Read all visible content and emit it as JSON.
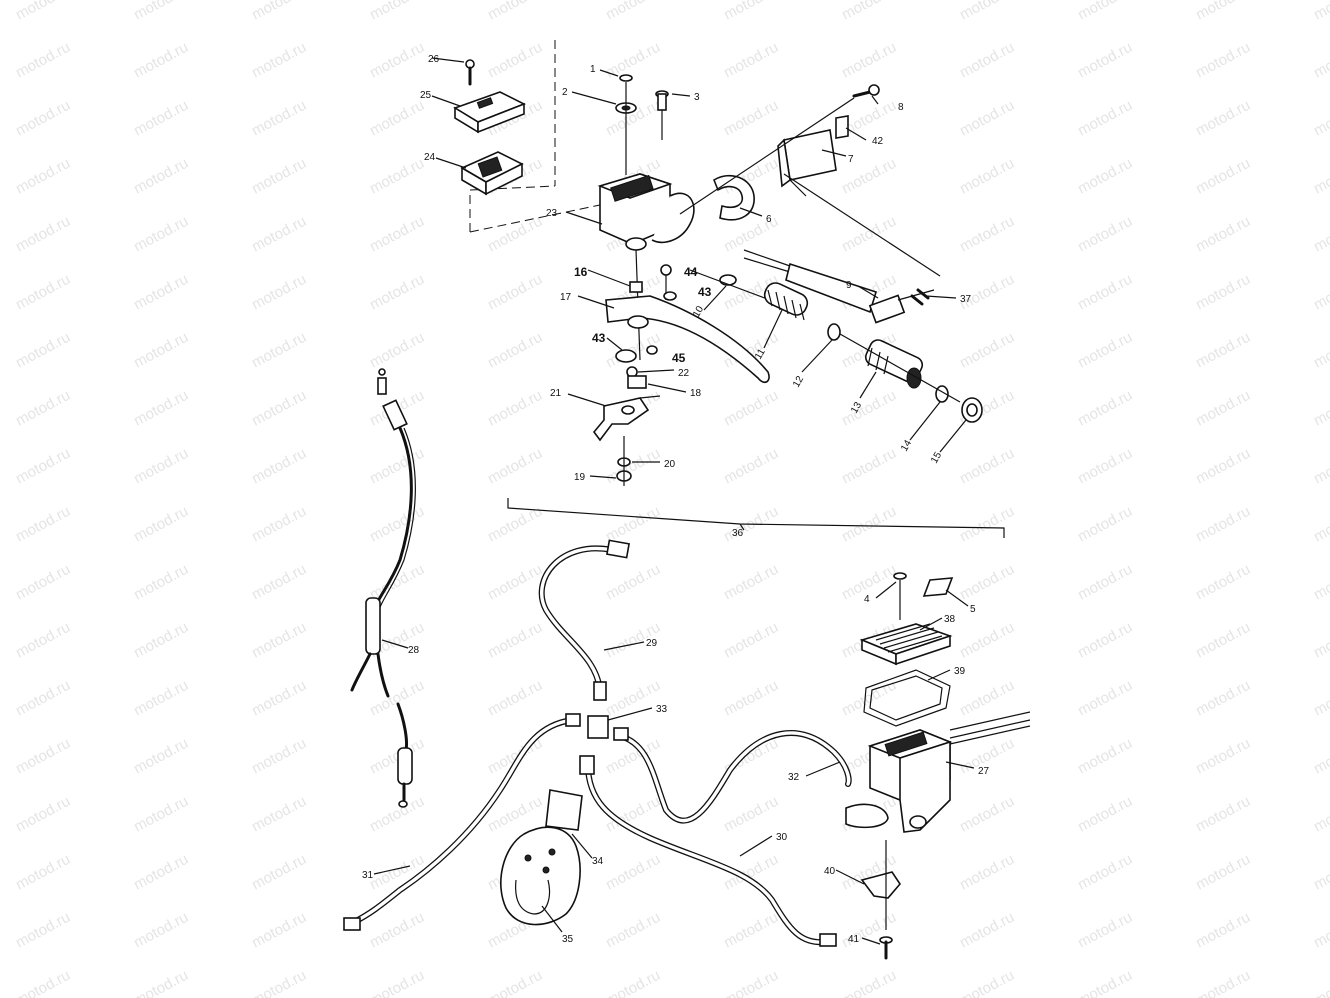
{
  "watermark": "motod.ru",
  "callouts": {
    "c1": "1",
    "c2": "2",
    "c3": "3",
    "c4": "4",
    "c5": "5",
    "c6": "6",
    "c7": "7",
    "c8": "8",
    "c9": "9",
    "c10": "10",
    "c11": "11",
    "c12": "12",
    "c13": "13",
    "c14": "14",
    "c15": "15",
    "c16": "16",
    "c17": "17",
    "c18": "18",
    "c19": "19",
    "c20": "20",
    "c21": "21",
    "c22": "22",
    "c23": "23",
    "c24": "24",
    "c25": "25",
    "c26": "26",
    "c27": "27",
    "c28": "28",
    "c29": "29",
    "c30": "30",
    "c31": "31",
    "c32": "32",
    "c33": "33",
    "c34": "34",
    "c35": "35",
    "c36": "36",
    "c37": "37",
    "c38": "38",
    "c39": "39",
    "c40": "40",
    "c41": "41",
    "c42": "42",
    "c43a": "43",
    "c43b": "43",
    "c44": "44",
    "c45": "45"
  }
}
